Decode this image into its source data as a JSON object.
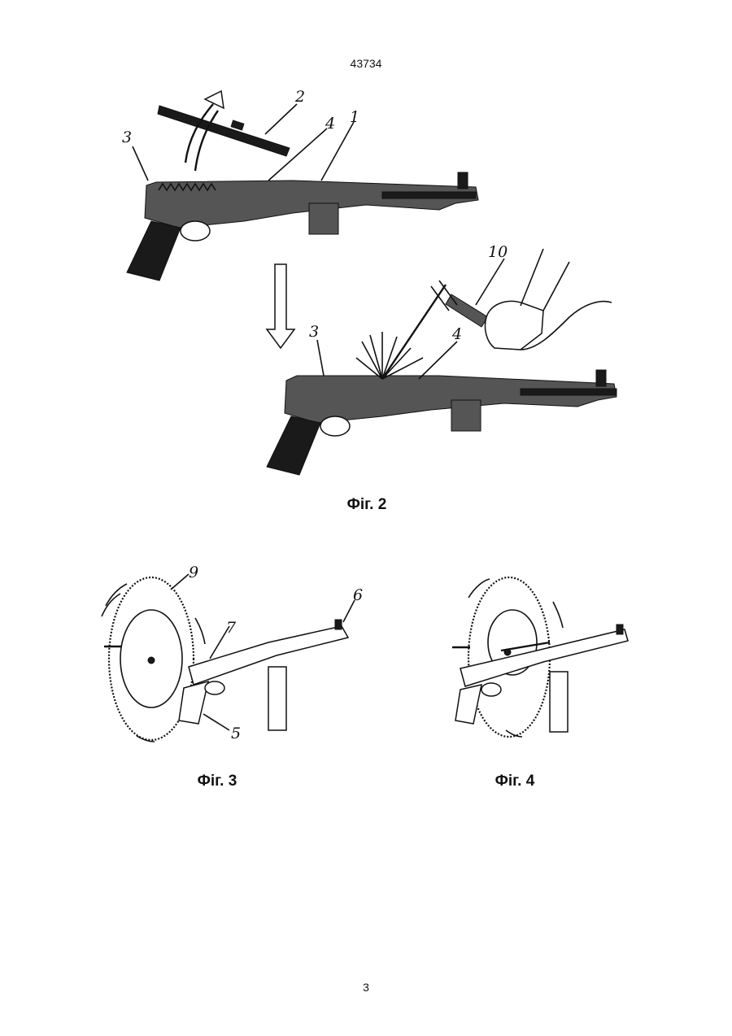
{
  "header": {
    "document_number": "43734"
  },
  "footer": {
    "page_number": "3"
  },
  "figures": [
    {
      "caption": "Фіг. 2",
      "callouts": [
        "1",
        "2",
        "3",
        "4",
        "3",
        "4",
        "10"
      ]
    },
    {
      "caption": "Фіг. 3",
      "callouts": [
        "9",
        "7",
        "6",
        "5"
      ]
    },
    {
      "caption": "Фіг. 4",
      "callouts": []
    }
  ]
}
